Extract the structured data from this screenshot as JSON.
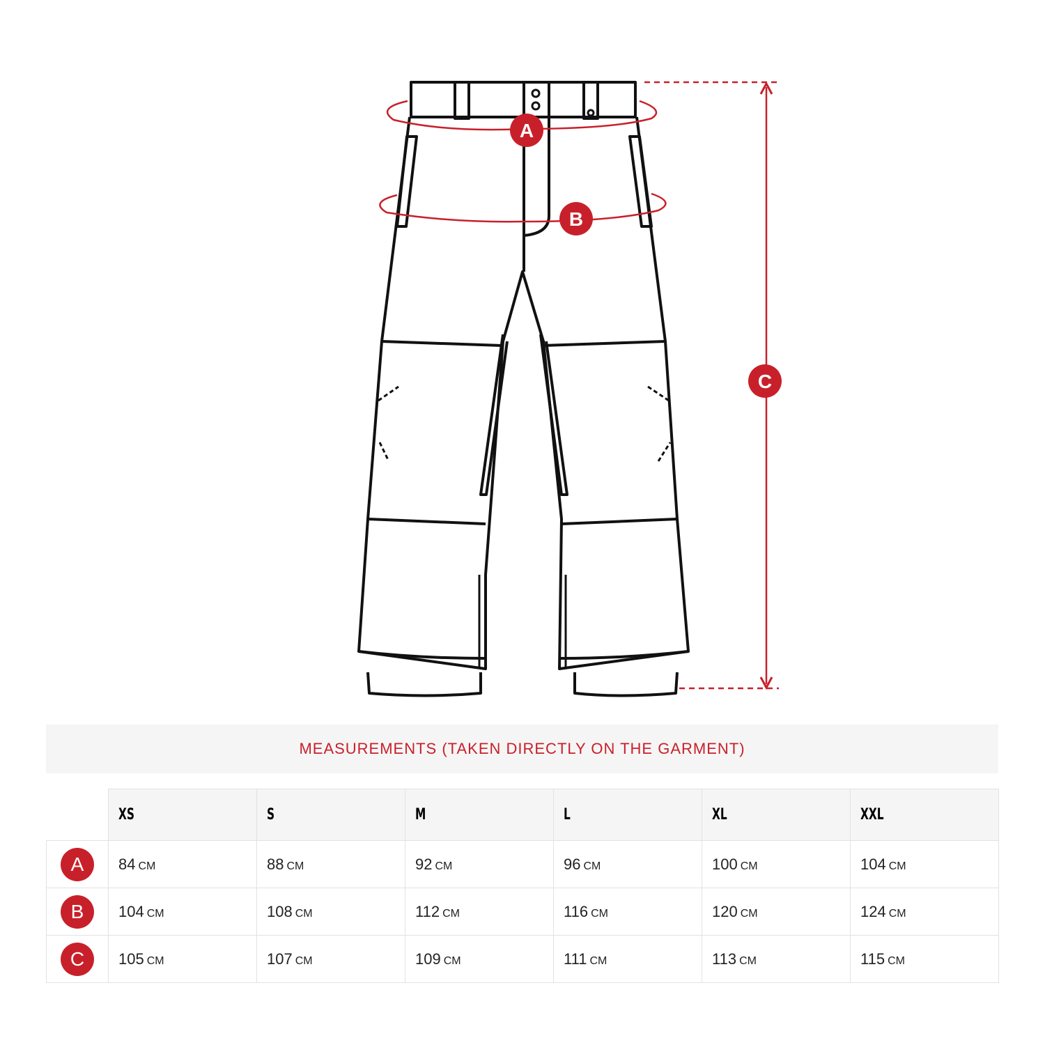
{
  "colors": {
    "accent": "#c8202a",
    "line": "#111111",
    "band": "#f5f5f5"
  },
  "diagram": {
    "labels": [
      "A",
      "B",
      "C"
    ]
  },
  "table": {
    "title": "MEASUREMENTS (TAKEN DIRECTLY ON THE GARMENT)",
    "sizes": [
      "XS",
      "S",
      "M",
      "L",
      "XL",
      "XXL"
    ],
    "unit": "CM",
    "rows": [
      {
        "label": "A",
        "values": [
          "84",
          "88",
          "92",
          "96",
          "100",
          "104"
        ]
      },
      {
        "label": "B",
        "values": [
          "104",
          "108",
          "112",
          "116",
          "120",
          "124"
        ]
      },
      {
        "label": "C",
        "values": [
          "105",
          "107",
          "109",
          "111",
          "113",
          "115"
        ]
      }
    ]
  }
}
